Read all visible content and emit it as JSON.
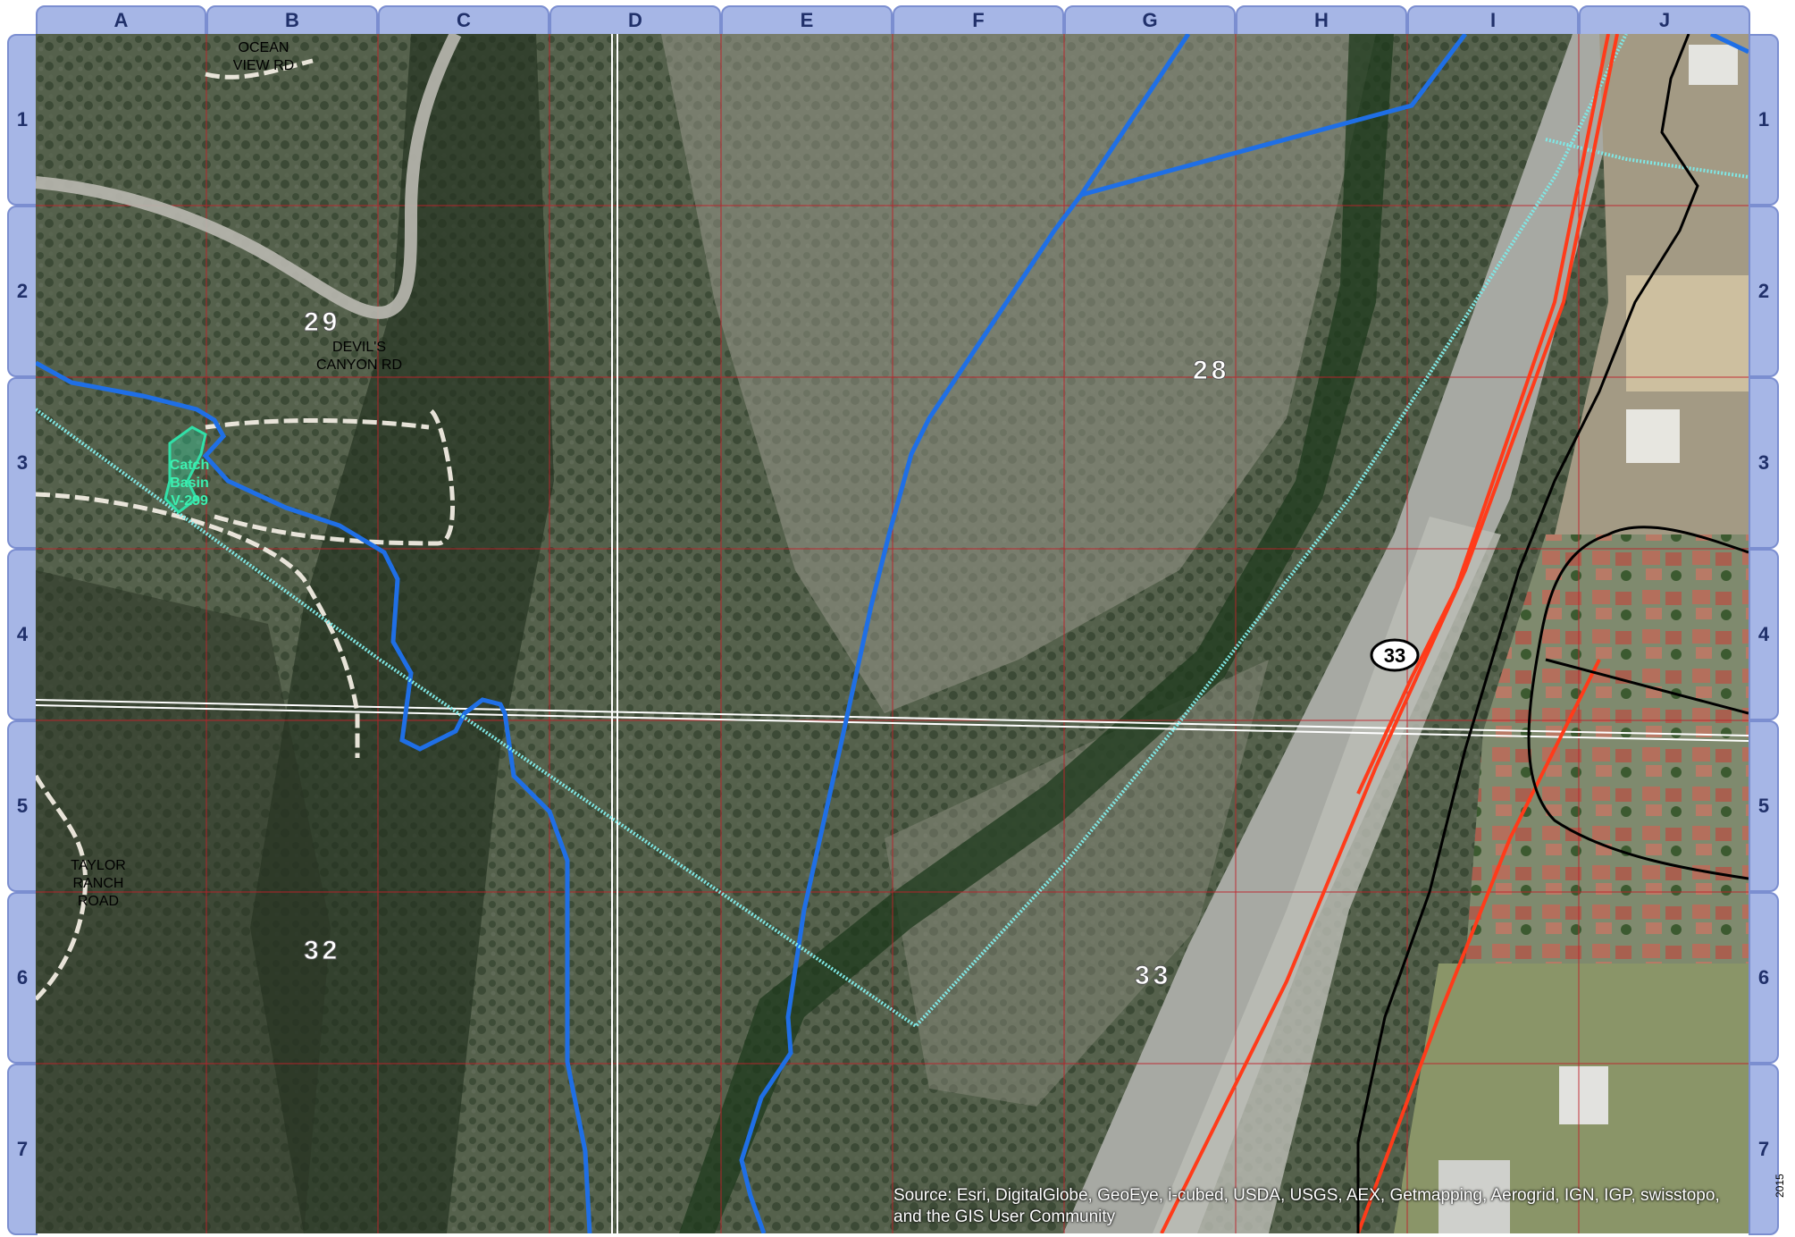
{
  "grid": {
    "columns": [
      "A",
      "B",
      "C",
      "D",
      "E",
      "F",
      "G",
      "H",
      "I",
      "J"
    ],
    "rows": [
      "1",
      "2",
      "3",
      "4",
      "5",
      "6",
      "7"
    ]
  },
  "map": {
    "section_numbers": [
      "29",
      "28",
      "32",
      "33"
    ],
    "roads": [
      "OCEAN VIEW RD",
      "DEVIL'S CANYON RD",
      "TAYLOR RANCH ROAD"
    ],
    "road_labels": {
      "ocean_view_1": "OCEAN",
      "ocean_view_2": "VIEW RD",
      "devils_1": "DEVIL'S",
      "devils_2": "CANYON RD",
      "taylor_1": "TAYLOR",
      "taylor_2": "RANCH",
      "taylor_3": "ROAD"
    },
    "feature_label": [
      "Catch",
      "Basin",
      "V-299"
    ],
    "highway_shield": "33",
    "colors": {
      "stream": "#1f6fe6",
      "highway": "#ff3b1a",
      "boundary_cyan": "#7fe8e6",
      "grid": "#c0202a",
      "catch_basin": "#31e0a8",
      "tab_fill": "#a6b6e6"
    }
  },
  "credit": "Source: Esri, DigitalGlobe, GeoEye, i-cubed, USDA, USGS, AEX, Getmapping, Aerogrid, IGN, IGP, swisstopo, and the GIS User Community",
  "edge_year": "2015"
}
